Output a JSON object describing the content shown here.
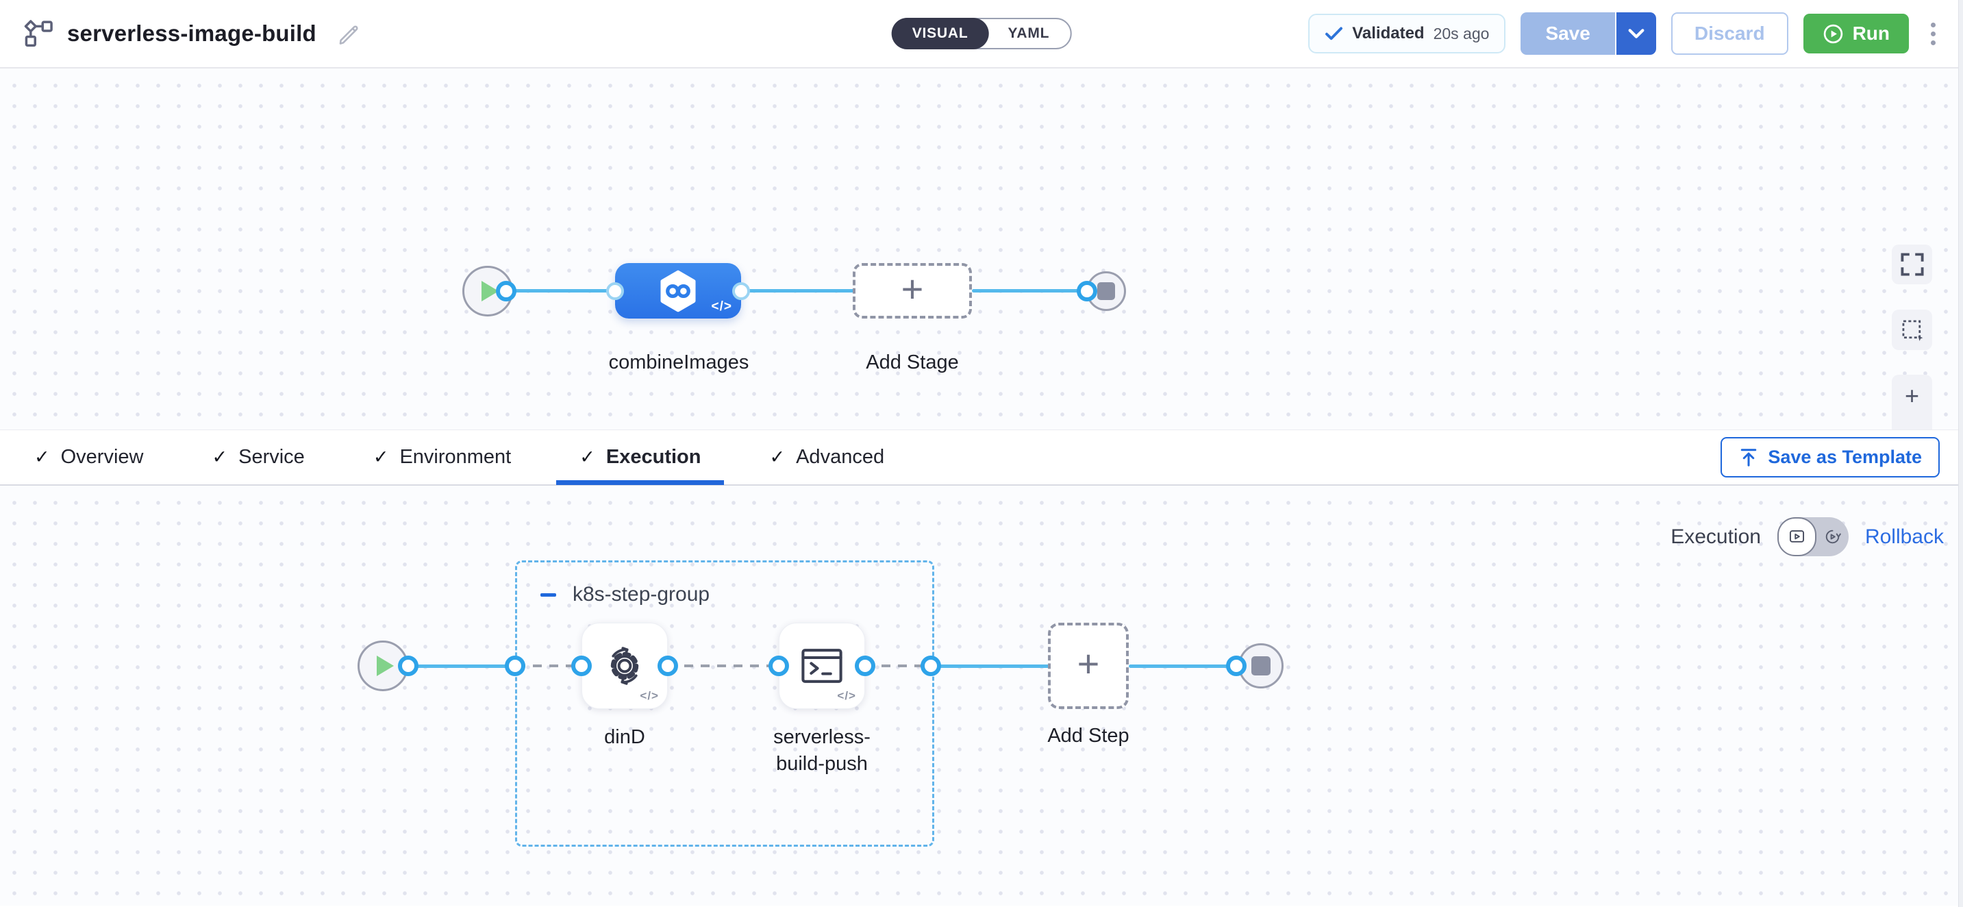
{
  "header": {
    "title": "serverless-image-build",
    "mode_toggle": {
      "visual": "VISUAL",
      "yaml": "YAML"
    },
    "validated": {
      "label": "Validated",
      "time": "20s ago"
    },
    "buttons": {
      "save": "Save",
      "discard": "Discard",
      "run": "Run"
    }
  },
  "stage_canvas": {
    "stage_label": "combineImages",
    "add_stage_label": "Add Stage"
  },
  "tabs": {
    "items": [
      {
        "label": "Overview"
      },
      {
        "label": "Service"
      },
      {
        "label": "Environment"
      },
      {
        "label": "Execution"
      },
      {
        "label": "Advanced"
      }
    ],
    "save_as_template": "Save as Template"
  },
  "execution_panel": {
    "mode_label": "Execution",
    "rollback_label": "Rollback",
    "group": {
      "label": "k8s-step-group",
      "steps": [
        {
          "label": "dinD"
        },
        {
          "label": "serverless-build-push"
        }
      ]
    },
    "add_step_label": "Add Step"
  },
  "icons": {
    "check": "✓",
    "plus": "+",
    "zoom_in": "+",
    "zoom_out": "−",
    "code": "</>"
  },
  "colors": {
    "accent_blue": "#2e7eea",
    "line_blue": "#54b9ec",
    "run_green": "#4db454",
    "link_blue": "#1f68dc",
    "selected_dark": "#35374a"
  }
}
